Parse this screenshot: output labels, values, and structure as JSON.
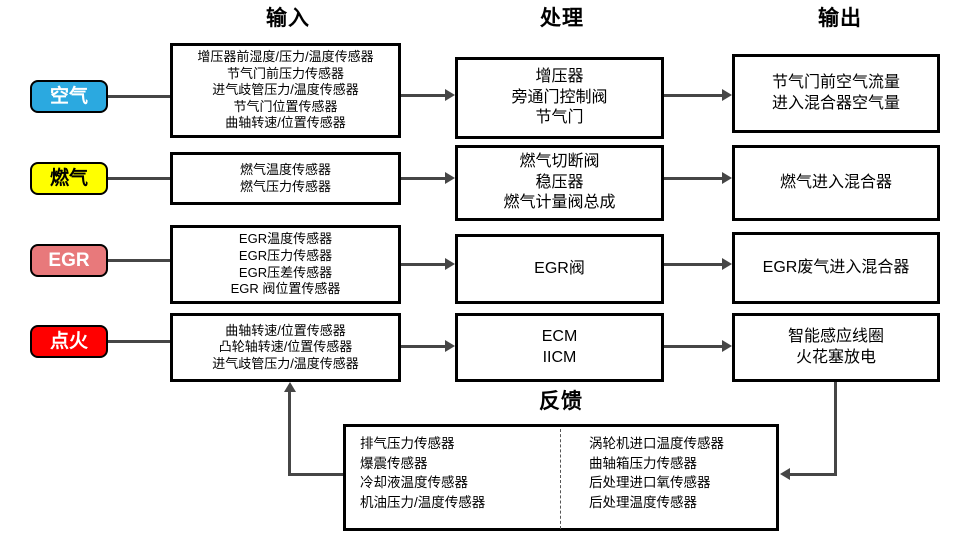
{
  "headings": {
    "input": "输入",
    "process": "处理",
    "output": "输出",
    "feedback": "反馈"
  },
  "sources": [
    {
      "id": "air",
      "label": "空气",
      "color": "#2BA9E0",
      "text_color": "#FFFFFF"
    },
    {
      "id": "gas",
      "label": "燃气",
      "color": "#FFFF00",
      "text_color": "#000000"
    },
    {
      "id": "egr",
      "label": "EGR",
      "color": "#E8797B",
      "text_color": "#FFFFFF"
    },
    {
      "id": "ign",
      "label": "点火",
      "color": "#FF0000",
      "text_color": "#FFFFFF"
    }
  ],
  "input_boxes": [
    {
      "id": "air",
      "lines": [
        "增压器前湿度/压力/温度传感器",
        "节气门前压力传感器",
        "进气歧管压力/温度传感器",
        "节气门位置传感器",
        "曲轴转速/位置传感器"
      ]
    },
    {
      "id": "gas",
      "lines": [
        "燃气温度传感器",
        "燃气压力传感器"
      ]
    },
    {
      "id": "egr",
      "lines": [
        "EGR温度传感器",
        "EGR压力传感器",
        "EGR压差传感器",
        "EGR 阀位置传感器"
      ]
    },
    {
      "id": "ign",
      "lines": [
        "曲轴转速/位置传感器",
        "凸轮轴转速/位置传感器",
        "进气歧管压力/温度传感器"
      ]
    }
  ],
  "process_boxes": [
    {
      "id": "air",
      "lines": [
        "增压器",
        "旁通门控制阀",
        "节气门"
      ]
    },
    {
      "id": "gas",
      "lines": [
        "燃气切断阀",
        "稳压器",
        "燃气计量阀总成"
      ]
    },
    {
      "id": "egr",
      "lines": [
        "EGR阀"
      ]
    },
    {
      "id": "ign",
      "lines": [
        "ECM",
        "IICM"
      ]
    }
  ],
  "output_boxes": [
    {
      "id": "air",
      "lines": [
        "节气门前空气流量",
        "进入混合器空气量"
      ]
    },
    {
      "id": "gas",
      "lines": [
        "燃气进入混合器"
      ]
    },
    {
      "id": "egr",
      "lines": [
        "EGR废气进入混合器"
      ]
    },
    {
      "id": "ign",
      "lines": [
        "智能感应线圈",
        "火花塞放电"
      ]
    }
  ],
  "feedback": {
    "left_column": [
      "排气压力传感器",
      "爆震传感器",
      "冷却液温度传感器",
      "机油压力/温度传感器"
    ],
    "right_column": [
      "涡轮机进口温度传感器",
      "曲轴箱压力传感器",
      "后处理进口氧传感器",
      "后处理温度传感器"
    ]
  },
  "colors": {
    "box_border": "#000000",
    "connector": "#464646",
    "background": "#FFFFFF"
  }
}
